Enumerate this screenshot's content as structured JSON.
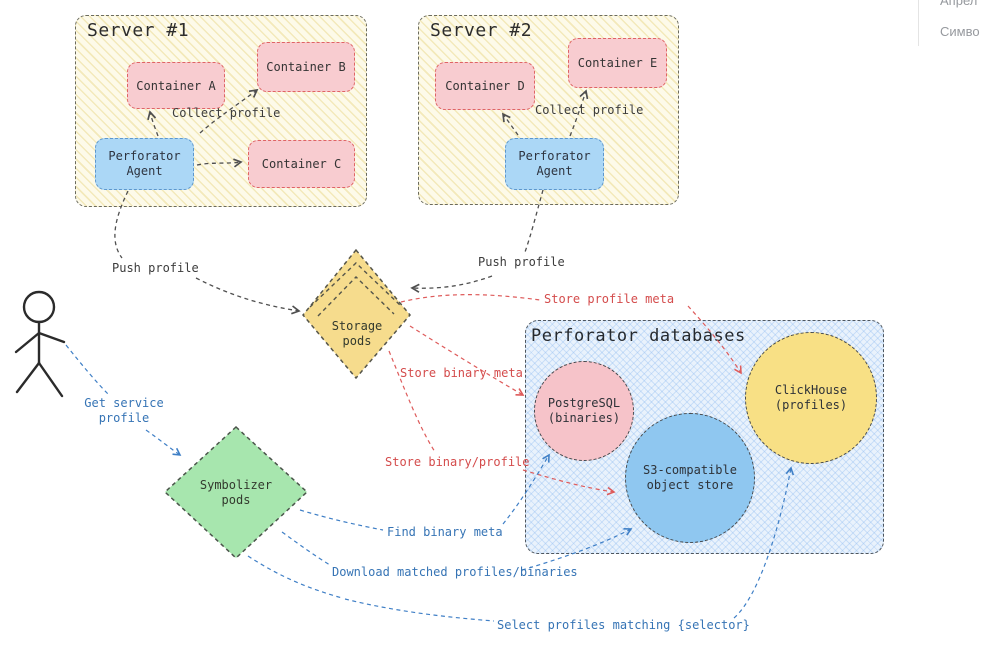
{
  "sidebar": {
    "items": [
      {
        "label": "Апрел"
      },
      {
        "label": "Симво"
      }
    ]
  },
  "diagram": {
    "servers": [
      {
        "title": "Server #1",
        "agent_label": "Perforator\nAgent",
        "collect_label": "Collect profile",
        "push_label": "Push profile",
        "containers": [
          {
            "label": "Container A"
          },
          {
            "label": "Container B"
          },
          {
            "label": "Container C"
          }
        ]
      },
      {
        "title": "Server #2",
        "agent_label": "Perforator\nAgent",
        "collect_label": "Collect profile",
        "push_label": "Push profile",
        "containers": [
          {
            "label": "Container D"
          },
          {
            "label": "Container E"
          }
        ]
      }
    ],
    "actor": {
      "request_label": "Get service\nprofile"
    },
    "storage_pods": {
      "label": "Storage\npods"
    },
    "symbolizer_pods": {
      "label": "Symbolizer\npods"
    },
    "databases": {
      "title": "Perforator databases",
      "nodes": [
        {
          "label": "PostgreSQL\n(binaries)"
        },
        {
          "label": "S3-compatible\nobject store"
        },
        {
          "label": "ClickHouse\n(profiles)"
        }
      ]
    },
    "edges": {
      "store_profile_meta": "Store profile meta",
      "store_binary_meta": "Store binary meta",
      "store_binary_profile": "Store binary/profile",
      "find_binary_meta": "Find binary meta",
      "download_matched": "Download matched profiles/binaries",
      "select_profiles": "Select profiles matching {selector}"
    },
    "colors": {
      "container_fill": "#f8ccd0",
      "container_border": "#df6464",
      "agent_fill": "#abd7f6",
      "server_fill": "#fdfae9",
      "storage_fill": "#f6dc8d",
      "symbolizer_fill": "#a7e6ae",
      "db_box_fill": "#e1edfb",
      "postgres_fill": "#f6c3c9",
      "s3_fill": "#8fc7f0",
      "clickhouse_fill": "#f8e085",
      "edge_dark": "#4f4f4f",
      "edge_red": "#de5b5b",
      "edge_blue": "#3f7fc6"
    }
  }
}
